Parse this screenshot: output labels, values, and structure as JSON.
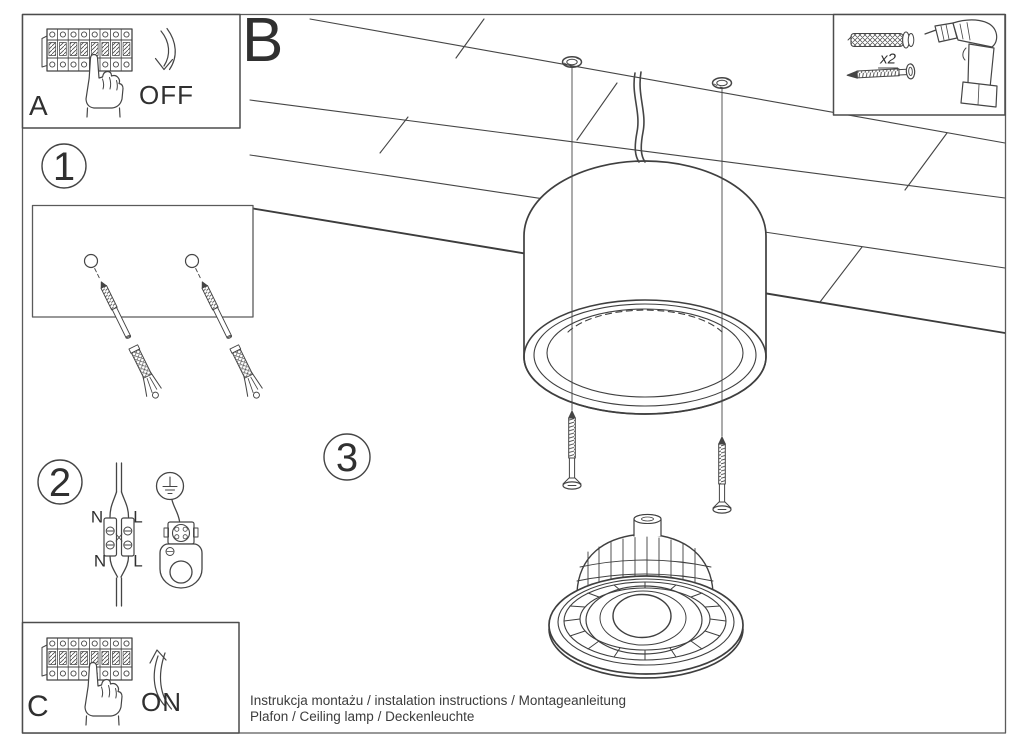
{
  "sections": {
    "panel_a": {
      "label": "A",
      "switch_state": "OFF"
    },
    "main_view": {
      "label": "B"
    },
    "panel_c": {
      "label": "C",
      "switch_state": "ON"
    },
    "step_1": {
      "number": "1"
    },
    "step_2": {
      "number": "2",
      "wiring_labels": {
        "n_top": "N",
        "l_top": "L",
        "n_bottom": "N",
        "l_bottom": "L"
      }
    },
    "step_3": {
      "number": "3"
    },
    "parts_box": {
      "quantity": "x2"
    }
  },
  "footer": {
    "line1": "Instrukcja montażu / instalation instructions / Montageanleitung",
    "line2": "Plafon / Ceiling lamp / Deckenleuchte"
  },
  "colors": {
    "line": "#454545",
    "frame": "#5a5a5a",
    "text": "#303030",
    "background": "#ffffff"
  }
}
